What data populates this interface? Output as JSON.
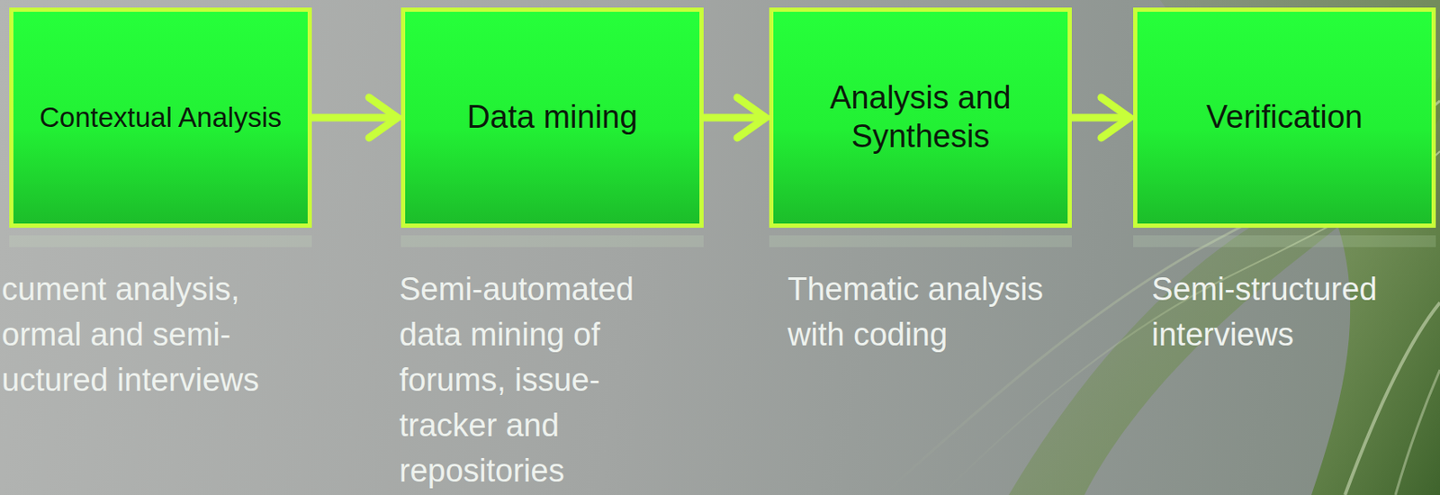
{
  "diagram": {
    "nodes": [
      {
        "text": [
          "Contextual Analysis"
        ]
      },
      {
        "text": [
          "Data mining"
        ]
      },
      {
        "text": [
          "Analysis and Synthesis"
        ]
      },
      {
        "text": [
          "Verification"
        ]
      }
    ],
    "edges": [
      {
        "from": 0,
        "to": 1,
        "arrow": "to"
      },
      {
        "from": 1,
        "to": 2,
        "arrow": "to"
      },
      {
        "from": 2,
        "to": 3,
        "arrow": "to"
      }
    ],
    "labels": [
      "cument analysis, ormal and semi- uctured interviews",
      "Semi-automated data mining of forums, issue-tracker and repositories",
      "Thematic analysis with coding",
      "Semi-structured interviews"
    ]
  }
}
